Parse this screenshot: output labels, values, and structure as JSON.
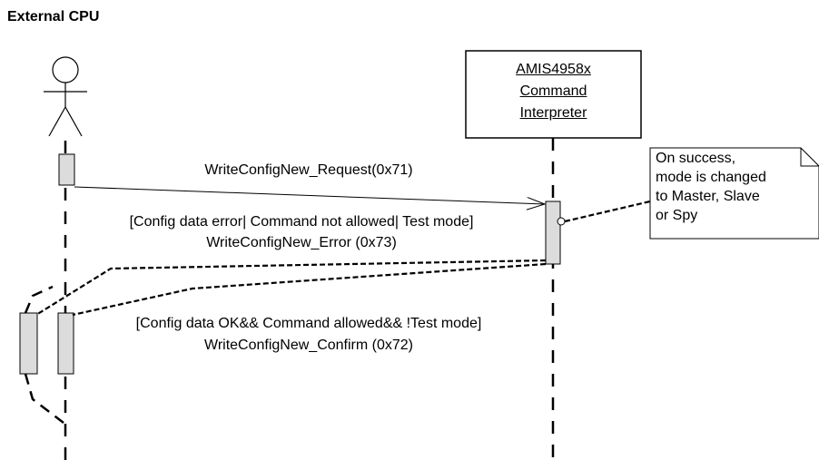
{
  "actor": {
    "label": "External CPU"
  },
  "lifeline": {
    "name_lines": [
      "AMIS4958x",
      "Command",
      "Interpreter"
    ]
  },
  "messages": {
    "request": "WriteConfigNew_Request(0x71)",
    "error_guard": "[Config data error| Command not allowed| Test mode]",
    "error": "WriteConfigNew_Error (0x73)",
    "confirm_guard": "[Config data OK&& Command allowed&& !Test mode]",
    "confirm": "WriteConfigNew_Confirm (0x72)"
  },
  "note": {
    "lines": [
      "On success,",
      "mode is changed",
      "to Master, Slave",
      "or Spy"
    ]
  }
}
